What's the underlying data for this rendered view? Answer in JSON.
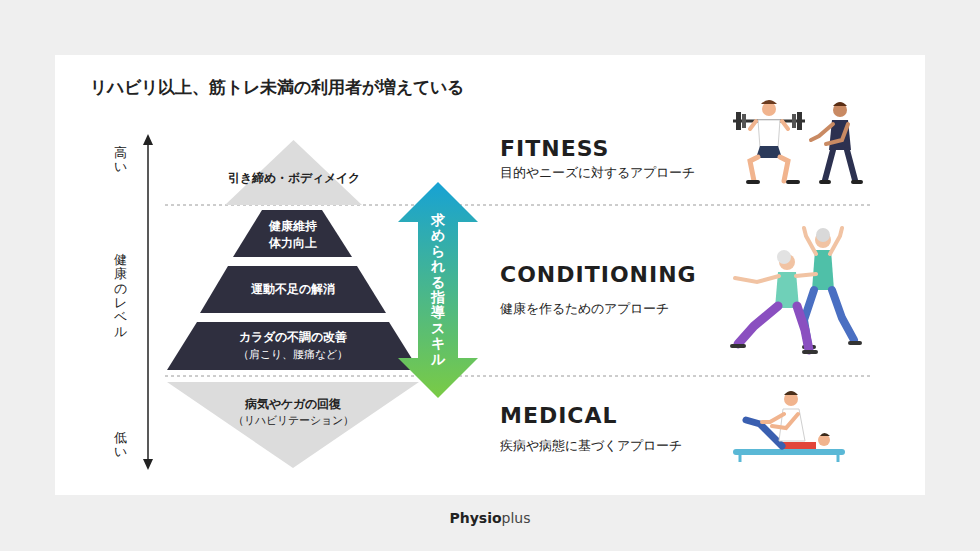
{
  "diagram": {
    "title": "リハビリ以上、筋トレ未満の利用者が増えている",
    "nodes": [
      {
        "text": [
          "引き締め・ボディメイク"
        ]
      },
      {
        "text": [
          "健康維持 体力向上"
        ]
      },
      {
        "text": [
          "運動不足の解消"
        ]
      },
      {
        "text": [
          "カラダの不調の改善",
          "（肩こり、腰痛など）"
        ]
      },
      {
        "text": [
          "病気やケガの回復",
          "（リハビリテーション）"
        ]
      },
      {
        "text": [
          "求められる指導スキル"
        ]
      }
    ],
    "labels": [
      "高い",
      "健康のレベル",
      "低い",
      "FITNESS",
      "目的やニーズに対するアプローチ",
      "CONDITIONING",
      "健康を作るためのアプローチ",
      "MEDICAL",
      "疾病や病態に基づくアプローチ",
      "Physio",
      "plus"
    ]
  }
}
